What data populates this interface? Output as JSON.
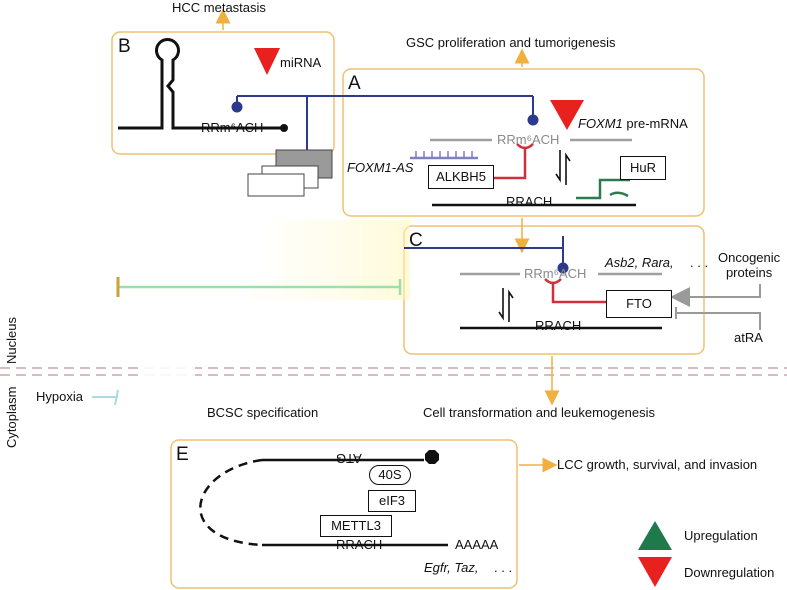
{
  "panels": {
    "a": {
      "letter": "A",
      "motif_gray": "RRm⁶ACH",
      "motif": "RRACH",
      "foxm1_gene": "FOXM1",
      "foxm1_suffix": " pre-mRNA",
      "foxm1_as": "FOXM1-AS",
      "alkbh5": "ALKBH5",
      "hur": "HuR"
    },
    "b": {
      "letter": "B",
      "mirna": "miRNA",
      "motif": "RRm⁶ACH"
    },
    "c": {
      "letter": "C",
      "motif_gray": "RRm⁶ACH",
      "motif": "RRACH",
      "targets": "Asb2, Rara,",
      "targets_ellipsis": ". . .",
      "fto": "FTO",
      "oncogenic": "Oncogenic\nproteins",
      "atra": "atRA"
    },
    "e": {
      "letter": "E",
      "atg": "ATG",
      "ribosome": "40S",
      "eif3": "eIF3",
      "mettl3": "METTL3",
      "motif": "RRACH",
      "polya": "AAAAA",
      "targets": "Egfr, Taz,",
      "targets_ellipsis": ". . ."
    }
  },
  "outcomes": {
    "hcc": "HCC metastasis",
    "gsc": "GSC proliferation and tumorigenesis",
    "bcsc": "BCSC specification",
    "transformation": "Cell transformation and leukemogenesis",
    "lcc": "LCC growth, survival, and invasion"
  },
  "compartments": {
    "nucleus": "Nucleus",
    "cytoplasm": "Cytoplasm"
  },
  "hypoxia": "Hypoxia",
  "legend": {
    "up": "Upregulation",
    "down": "Downregulation"
  },
  "colors": {
    "panel_border": "#f0c070",
    "arrow_orange": "#f0b040",
    "navy": "#2b3a8a",
    "red_inhibit": "#d0303a",
    "green_hur": "#2e7a4e",
    "triangle_up": "#1e7a4a",
    "triangle_down": "#e8201e",
    "membrane": "#c8a8a8",
    "light_green": "#9be0a8",
    "gray_text": "#8a8a8a"
  }
}
